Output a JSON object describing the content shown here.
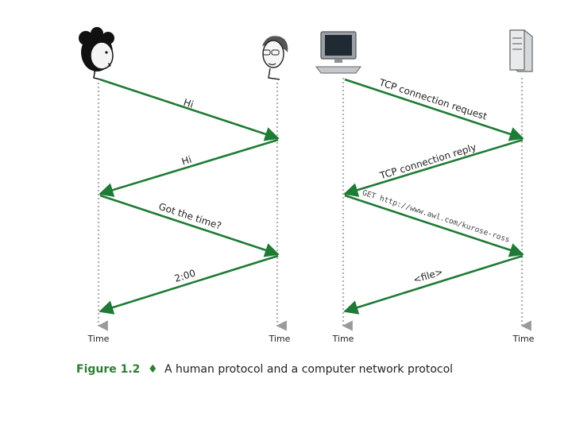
{
  "human_protocol": {
    "messages": [
      "Hi",
      "Hi",
      "Got the time?",
      "2:00"
    ],
    "time_left": "Time",
    "time_right": "Time",
    "icons": [
      "woman-head-icon",
      "man-head-icon"
    ]
  },
  "network_protocol": {
    "messages": [
      "TCP connection request",
      "TCP connection reply",
      "GET http://www.awl.com/kurose-ross",
      "<file>"
    ],
    "time_left": "Time",
    "time_right": "Time",
    "icons": [
      "computer-icon",
      "server-icon"
    ]
  },
  "caption": {
    "label": "Figure 1.2",
    "bullet": "♦",
    "text": "A human protocol and a computer network protocol"
  },
  "colors": {
    "arrow": "#1e7a34",
    "timeline": "#b0b0b0",
    "caption_label": "#2e7d32"
  }
}
